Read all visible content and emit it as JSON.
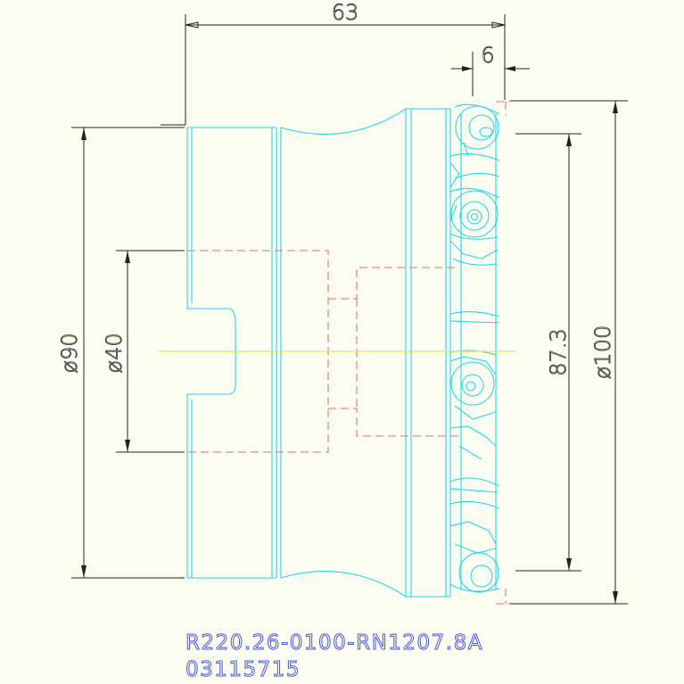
{
  "dimensions": {
    "overall_length": "63",
    "insert_offset": "6",
    "dia_body": "ø90",
    "dia_bore": "ø40",
    "dia_effective": "87.3",
    "dia_cutting": "ø100"
  },
  "part": {
    "code": "R220.26-0100-RN1207.8A",
    "ordering_number": "03115715"
  },
  "colors": {
    "background": "#fbfdf0",
    "outline": "#22d8e8",
    "hidden_lines": "#ee6a6a",
    "centerline": "#e4e84a",
    "dimensions": "#222222",
    "label": "#4a55d6"
  }
}
